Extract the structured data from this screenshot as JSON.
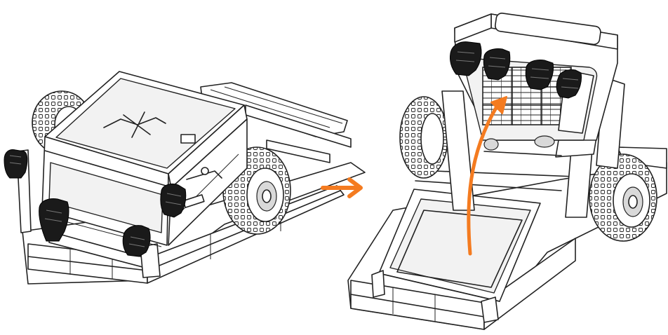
{
  "colors": {
    "accent": "#f47b20",
    "line": "#222222",
    "glove": "#1a1a1a"
  },
  "steps": [
    {
      "state": "deck-closed",
      "hand_positions": 4
    },
    {
      "state": "deck-lifted",
      "hand_positions": 4
    }
  ],
  "transition": {
    "icon": "arrow-right-icon"
  },
  "motion": {
    "icon": "curved-lift-arrow-icon"
  }
}
